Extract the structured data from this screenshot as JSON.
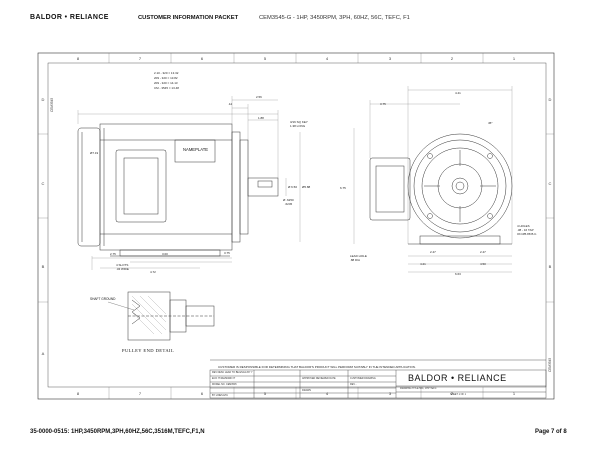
{
  "header": {
    "logo_text": "BALDOR • RELIANCE",
    "packet_title": "CUSTOMER INFORMATION PACKET",
    "model_desc": "CEM3545-G - 1HP, 3450RPM, 3PH, 60HZ, 56C, TEFC, F1"
  },
  "footer": {
    "part_desc": "35-0000-0515: 1HP,3450RPM,3PH,60HZ,56C,3516M,TEFC,F1,N",
    "page_label": "Page 7 of 8"
  },
  "drawing": {
    "grid_letters": [
      "D",
      "C",
      "B",
      "A"
    ],
    "grid_numbers": [
      "8",
      "7",
      "6",
      "5",
      "4",
      "3",
      "2",
      "1"
    ],
    "nameplate_label": "NAMEPLATE",
    "pulley_label": "PULLEY END DETAIL",
    "shaft_ground_label": "SHAFT GROUND",
    "notice": "CUSTOMER IS RESPONSIBLE FOR DETERMINING THAT BALDOR'S PRODUCT WILL PERFORM SUITABLY IN THE INTENDED APPLICATION.",
    "brand": "BALDOR • RELIANCE",
    "dims": {
      "top_stack": [
        "2.10 - 320 = 13.32",
        "209 - 320 = 13.82",
        "209 - 320 = 14.13",
        "CM - 3545 = 13.48"
      ],
      "d_256": "2.56",
      "d_12": ".12",
      "d_188": "1.88",
      "d_keyway": "3/16 SQ KEY\n1.38 LONG",
      "d_19": "Ø7.19",
      "d_shaft": "Ø .6250\n  .6245",
      "d_6": "Ø5.88",
      "d_6b": "Ø 6.50",
      "d_375": "3.75",
      "d_300": "3.00",
      "d_275": "2.75",
      "d_472": "4.72",
      "d_slots": "4 SLOTS\n.34 WIDE",
      "d_441": "4.41",
      "d_675": "6.75",
      "d_lead": "LEAD HOLE\n.88 DIA",
      "d_247a": "2.47",
      "d_247b": "2.47",
      "d_421": "4.21",
      "d_450": "4.50",
      "d_663": "6.63",
      "d_holes": "4 HOLES\n.38 - 16 TAP\nON Ø5.88 B.C.",
      "d_45": "45°"
    },
    "title_block": {
      "r1": "REV  DESC  LEAD TO BE  ENGG BY  Y",
      "r2": "ECO  IT   REVIEWIN  IT",
      "r3": "APPROVED REVIEWED DATE",
      "r4": "CUSTOMER DRAWING",
      "r5": "MODEL NO.  CEM3545",
      "r6": "REV  -",
      "r7": "DRAWING TITLE   56C, 1HP TEFC",
      "r8": "SHEET 1 OF 1",
      "r9": "BY   LINES ETA",
      "r10": "DRAWN"
    },
    "side_label_left": "CEM3545",
    "side_label_right": "CEM3545"
  },
  "colors": {
    "line": "#333333",
    "thin": "#666666"
  }
}
